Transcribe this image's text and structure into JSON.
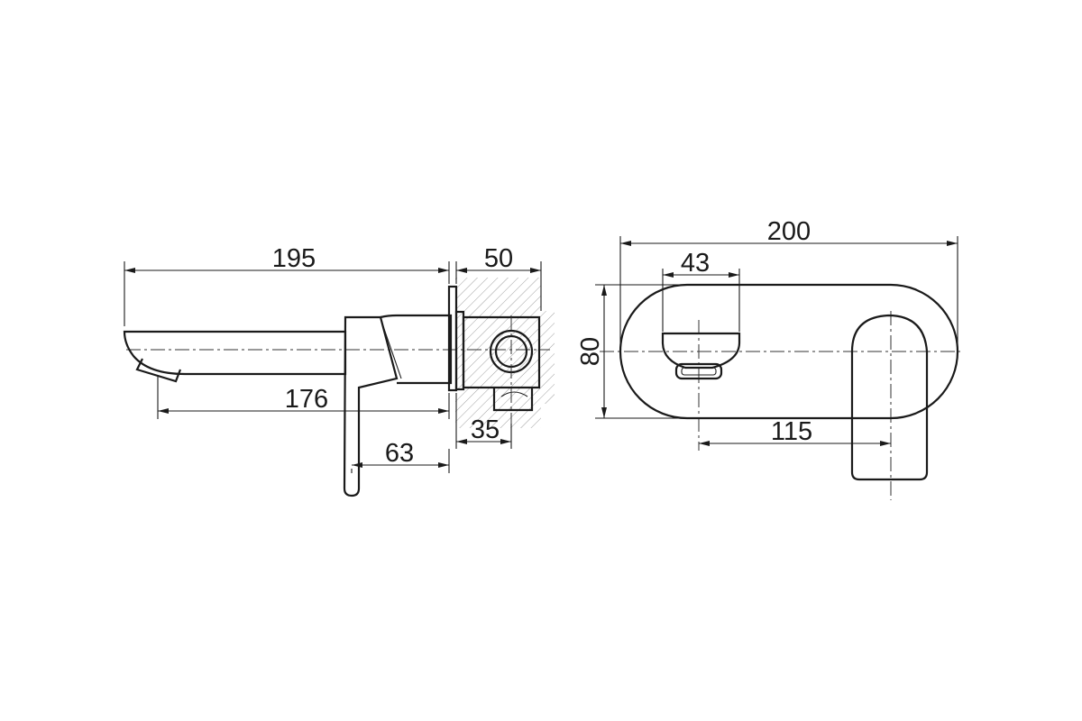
{
  "side_view": {
    "dim_overall_length": "195",
    "dim_wall_box_depth": "50",
    "dim_spout_length": "176",
    "dim_box_offset": "35",
    "dim_lever_offset": "63"
  },
  "front_view": {
    "dim_plate_width": "200",
    "dim_outlet_width": "43",
    "dim_plate_height": "80",
    "dim_center_distance": "115"
  },
  "colors": {
    "line": "#1a1a1a",
    "hatch": "#888888",
    "background": "#ffffff"
  }
}
